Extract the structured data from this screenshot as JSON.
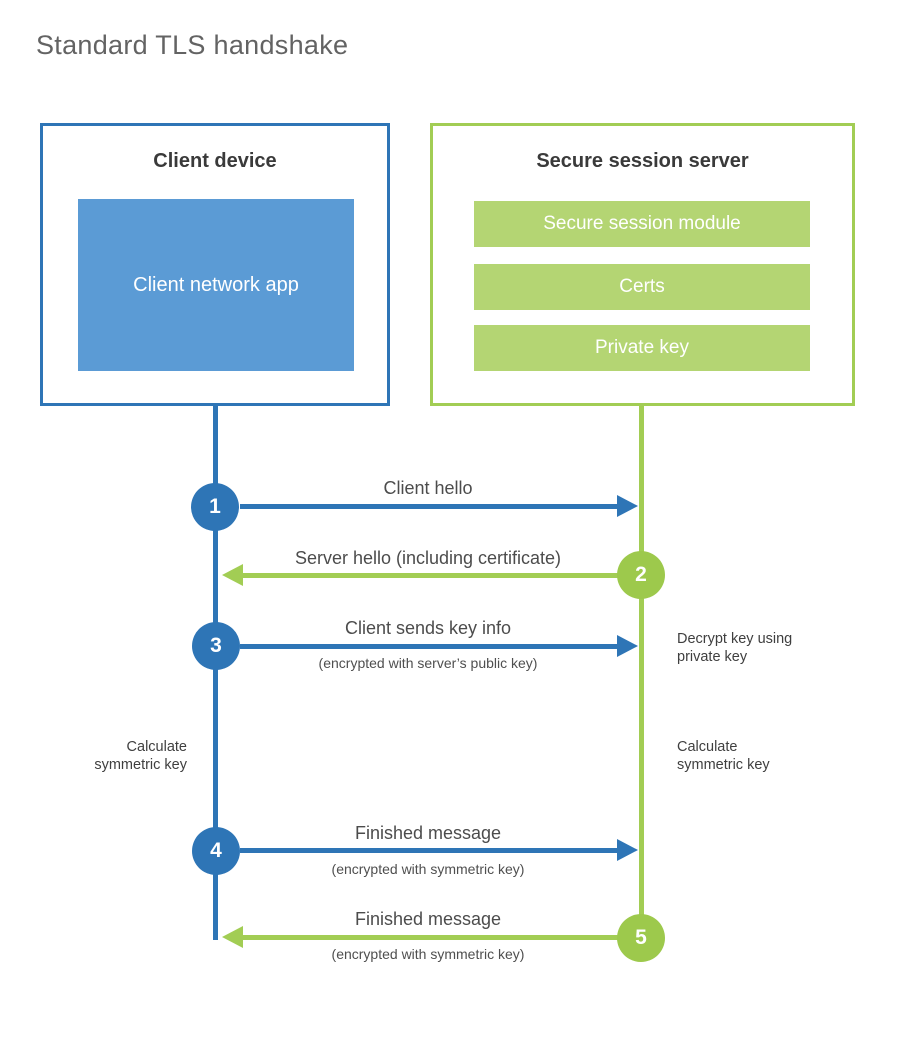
{
  "title": "Standard TLS handshake",
  "colors": {
    "client_accent": "#2e75b6",
    "client_fill": "#5b9bd5",
    "server_accent": "#a2cd54",
    "server_fill": "#b4d573",
    "server_circle": "#9dc94c",
    "text_dark": "#3a3a3a",
    "text_gray": "#4c4c4c"
  },
  "client": {
    "title": "Client device",
    "app_label": "Client network app"
  },
  "server": {
    "title": "Secure session server",
    "modules": [
      "Secure session module",
      "Certs",
      "Private key"
    ]
  },
  "steps": [
    {
      "num": "1",
      "actor": "client",
      "label": "Client hello",
      "sublabel": ""
    },
    {
      "num": "2",
      "actor": "server",
      "label": "Server hello (including certificate)",
      "sublabel": ""
    },
    {
      "num": "3",
      "actor": "client",
      "label": "Client sends key info",
      "sublabel": "(encrypted with server’s public key)"
    },
    {
      "num": "4",
      "actor": "client",
      "label": "Finished message",
      "sublabel": "(encrypted with symmetric key)"
    },
    {
      "num": "5",
      "actor": "server",
      "label": "Finished message",
      "sublabel": "(encrypted with symmetric key)"
    }
  ],
  "notes": {
    "decrypt": "Decrypt key using private key",
    "calc_left": "Calculate symmetric key",
    "calc_right": "Calculate symmetric key"
  }
}
